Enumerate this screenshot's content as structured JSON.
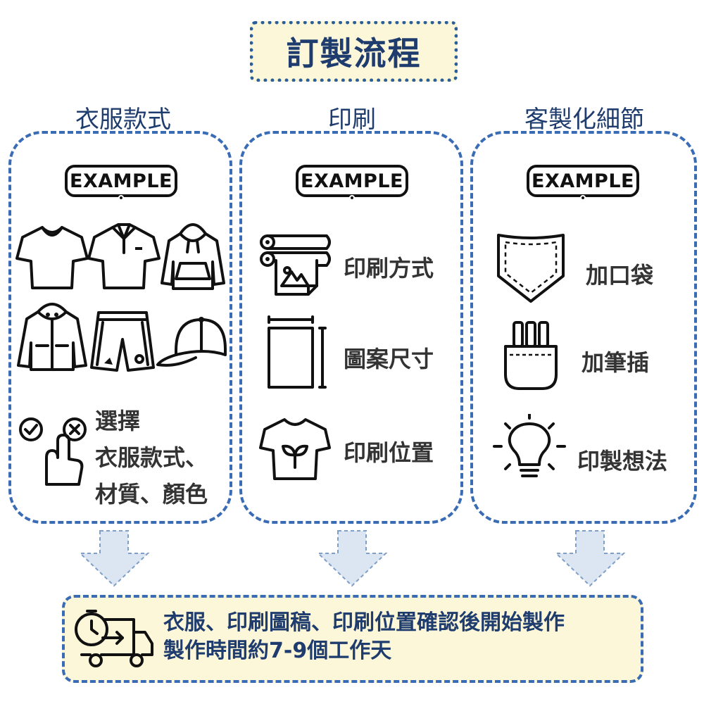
{
  "title": "訂製流程",
  "columns": [
    {
      "heading": "衣服款式",
      "example": "EXAMPLE",
      "choose": [
        "選擇",
        "衣服款式、",
        "材質、顏色"
      ]
    },
    {
      "heading": "印刷",
      "example": "EXAMPLE",
      "items": [
        "印刷方式",
        "圖案尺寸",
        "印刷位置"
      ]
    },
    {
      "heading": "客製化細節",
      "example": "EXAMPLE",
      "items": [
        "加口袋",
        "加筆插",
        "印製想法"
      ]
    }
  ],
  "bottom": {
    "line1": "衣服、印刷圖稿、印刷位置確認後開始製作",
    "line2": "製作時間約7-9個工作天"
  },
  "colors": {
    "accent": "#3a6cb5",
    "title_text": "#1f3c6e",
    "box_fill": "#fdf7d9",
    "arrow_fill": "#dce6f2"
  }
}
